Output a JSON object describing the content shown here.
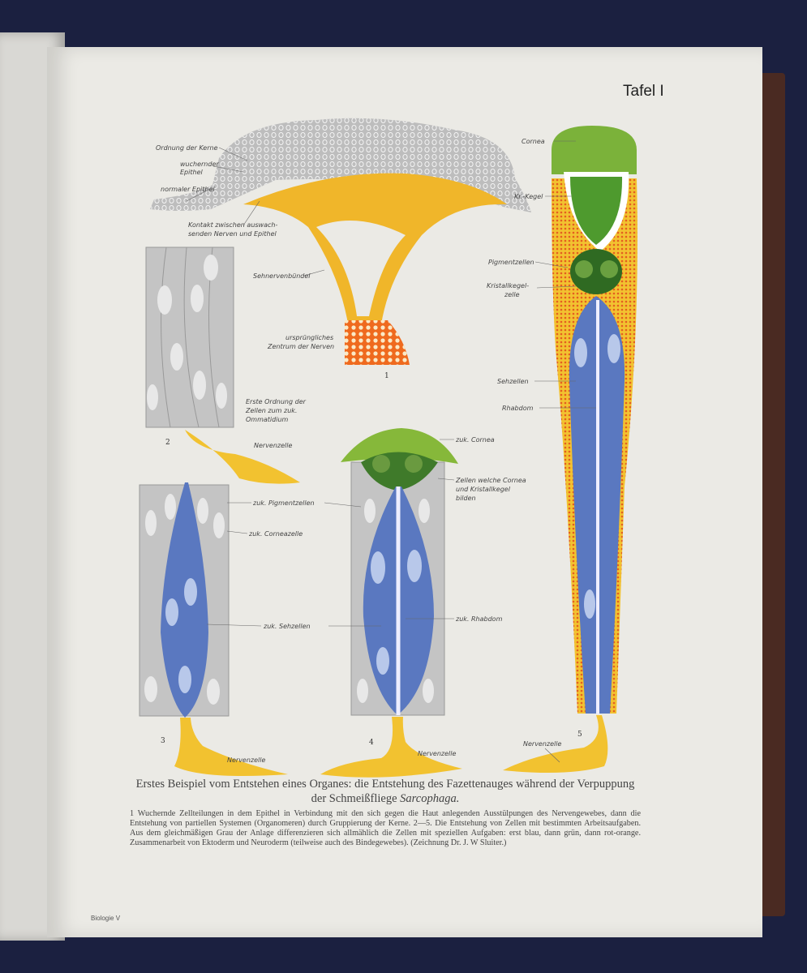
{
  "plate_title": "Tafel I",
  "labels": {
    "ordnung_kerne": "Ordnung der Kerne",
    "wuchernder": "wuchernder",
    "epithel1": "Epithel",
    "normaler_epithel": "normaler Epithel",
    "kontakt1": "Kontakt zwischen auswach-",
    "kontakt2": "senden Nerven und Epithel",
    "sehnervenbuendel": "Sehnervenbündel",
    "urspr1": "ursprüngliches",
    "urspr2": "Zentrum der Nerven",
    "erste1": "Erste Ordnung der",
    "erste2": "Zellen zum zuk.",
    "erste3": "Ommatidium",
    "nervenzelle": "Nervenzelle",
    "zuk_pigment": "zuk. Pigmentzellen",
    "zuk_cornea_zelle": "zuk. Corneazelle",
    "zuk_sehzellen": "zuk. Sehzellen",
    "zuk_cornea": "zuk. Cornea",
    "zellen1": "Zellen welche Cornea",
    "zellen2": "und Kristallkegel",
    "zellen3": "bilden",
    "zuk_rhabdom": "zuk. Rhabdom",
    "cornea": "Cornea",
    "kr_kegel": "Kr.-Kegel",
    "pigmentzellen": "Pigmentzellen",
    "kristall1": "Kristallkegel-",
    "kristall2": "zelle",
    "sehzellen": "Sehzellen",
    "rhabdom": "Rhabdom"
  },
  "figure_numbers": [
    "1",
    "2",
    "3",
    "4",
    "5"
  ],
  "caption": {
    "title_a": "Erstes Beispiel vom Entstehen eines Organes: die Entstehung des Fazettenauges während der Verpuppung der Schmeißfliege ",
    "title_species": "Sarcophaga.",
    "body": "1 Wuchernde Zellteilungen in dem Epithel in Verbindung mit den sich gegen die Haut anlegenden Ausstülpungen des Nervengewebes, dann die Entstehung von partiellen Systemen (Organomeren) durch Gruppierung der Kerne. 2—5. Die Entstehung von Zellen mit bestimmten Arbeitsaufgaben. Aus dem gleichmäßigen Grau der Anlage differenzieren sich allmählich die Zellen mit speziellen Aufgaben: erst blau, dann grün, dann rot-orange. Zusammenarbeit von Ektoderm und Neuroderm (teilweise auch des Bindegewebes).",
    "credit": "(Zeichnung Dr. J. W Sluiter.)"
  },
  "footer": "Biologie V",
  "colors": {
    "gray": "#b9b9b9",
    "yellow": "#f2c230",
    "orange": "#ee7a22",
    "blue": "#5a78c0",
    "green": "#3f7a2a",
    "lightgreen": "#86b83a"
  }
}
